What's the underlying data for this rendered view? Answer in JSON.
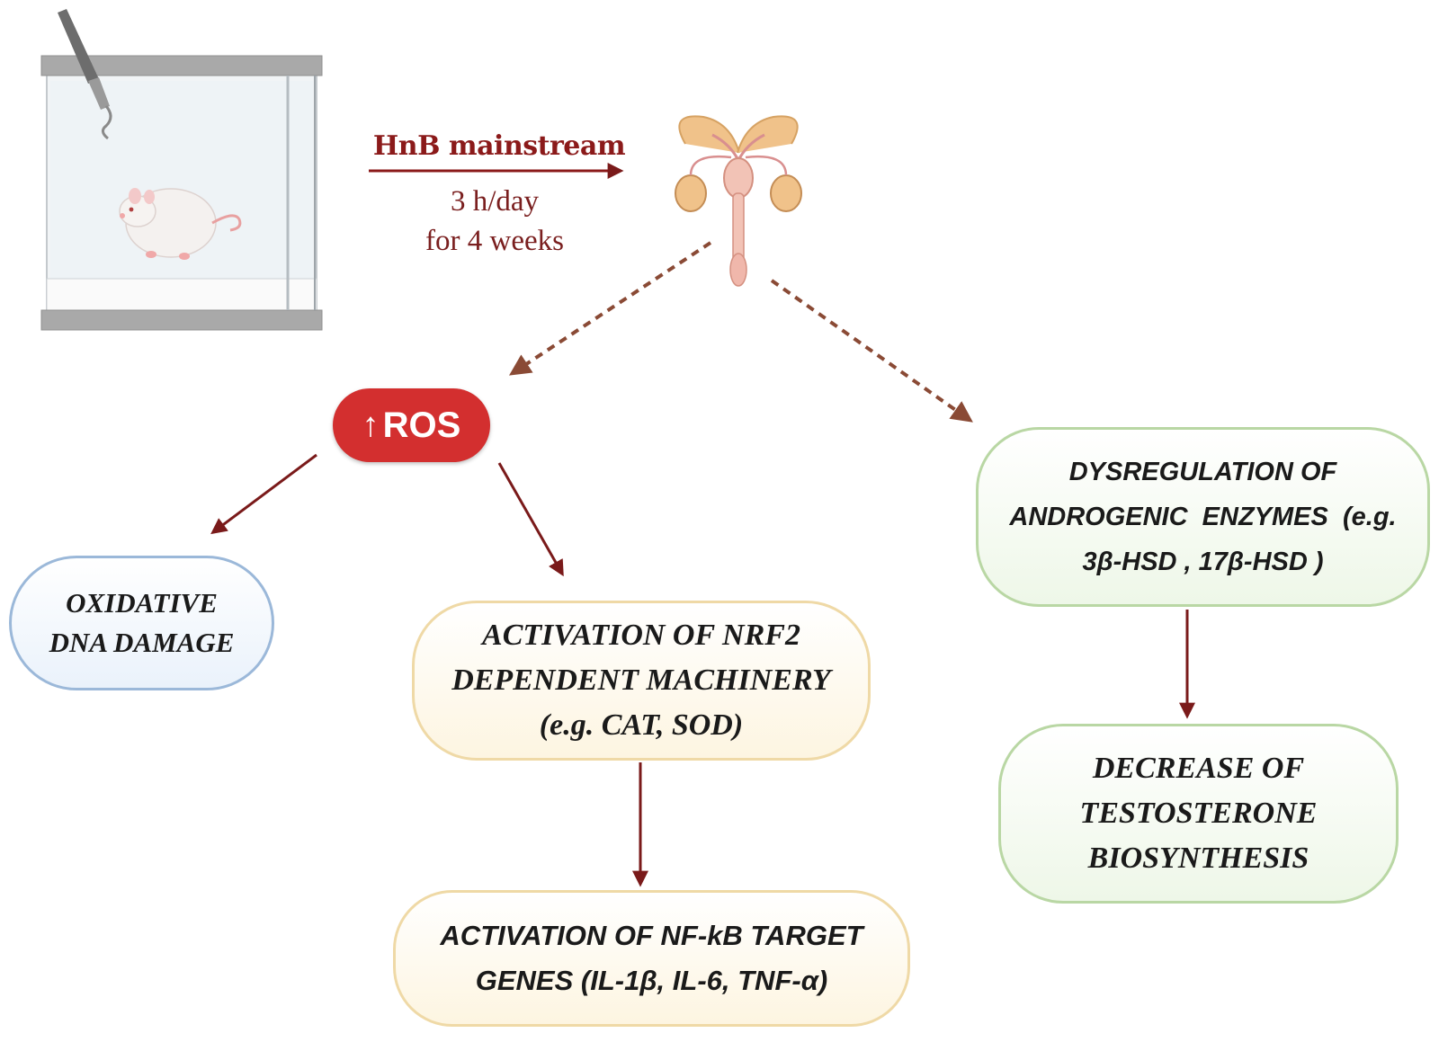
{
  "exposure": {
    "title": "HnB mainstream",
    "line1": "3 h/day",
    "line2": "for 4 weeks"
  },
  "ros": {
    "arrow": "↑",
    "label": "ROS"
  },
  "boxes": {
    "dna": {
      "lines": [
        "OXIDATIVE",
        "DNA DAMAGE"
      ]
    },
    "nrf2": {
      "lines": [
        "ACTIVATION OF NRF2",
        "DEPENDENT MACHINERY",
        "(e.g. CAT, SOD)"
      ]
    },
    "nfkb": {
      "lines": [
        "ACTIVATION OF NF-kB TARGET",
        "GENES (IL-1β, IL-6, TNF-α)"
      ]
    },
    "androgenic": {
      "lines": [
        "DYSREGULATION OF",
        "ANDROGENIC  ENZYMES  (e.g.",
        "3β-HSD , 17β-HSD )"
      ]
    },
    "testosterone": {
      "lines": [
        "DECREASE OF",
        "TESTOSTERONE",
        "BIOSYNTHESIS"
      ]
    }
  },
  "colors": {
    "arrow": "#7a1a1a",
    "dashed_arrow": "#8a4a35",
    "ros_fill": "#d32f2f",
    "dna_border": "#9bb8d9",
    "nrf2_border": "#efd9a6",
    "andro_border": "#b9d7a4"
  },
  "icons": {
    "chamber": "exposure-chamber-icon",
    "rat": "rat-icon",
    "reproductive": "male-reproductive-system-icon"
  }
}
